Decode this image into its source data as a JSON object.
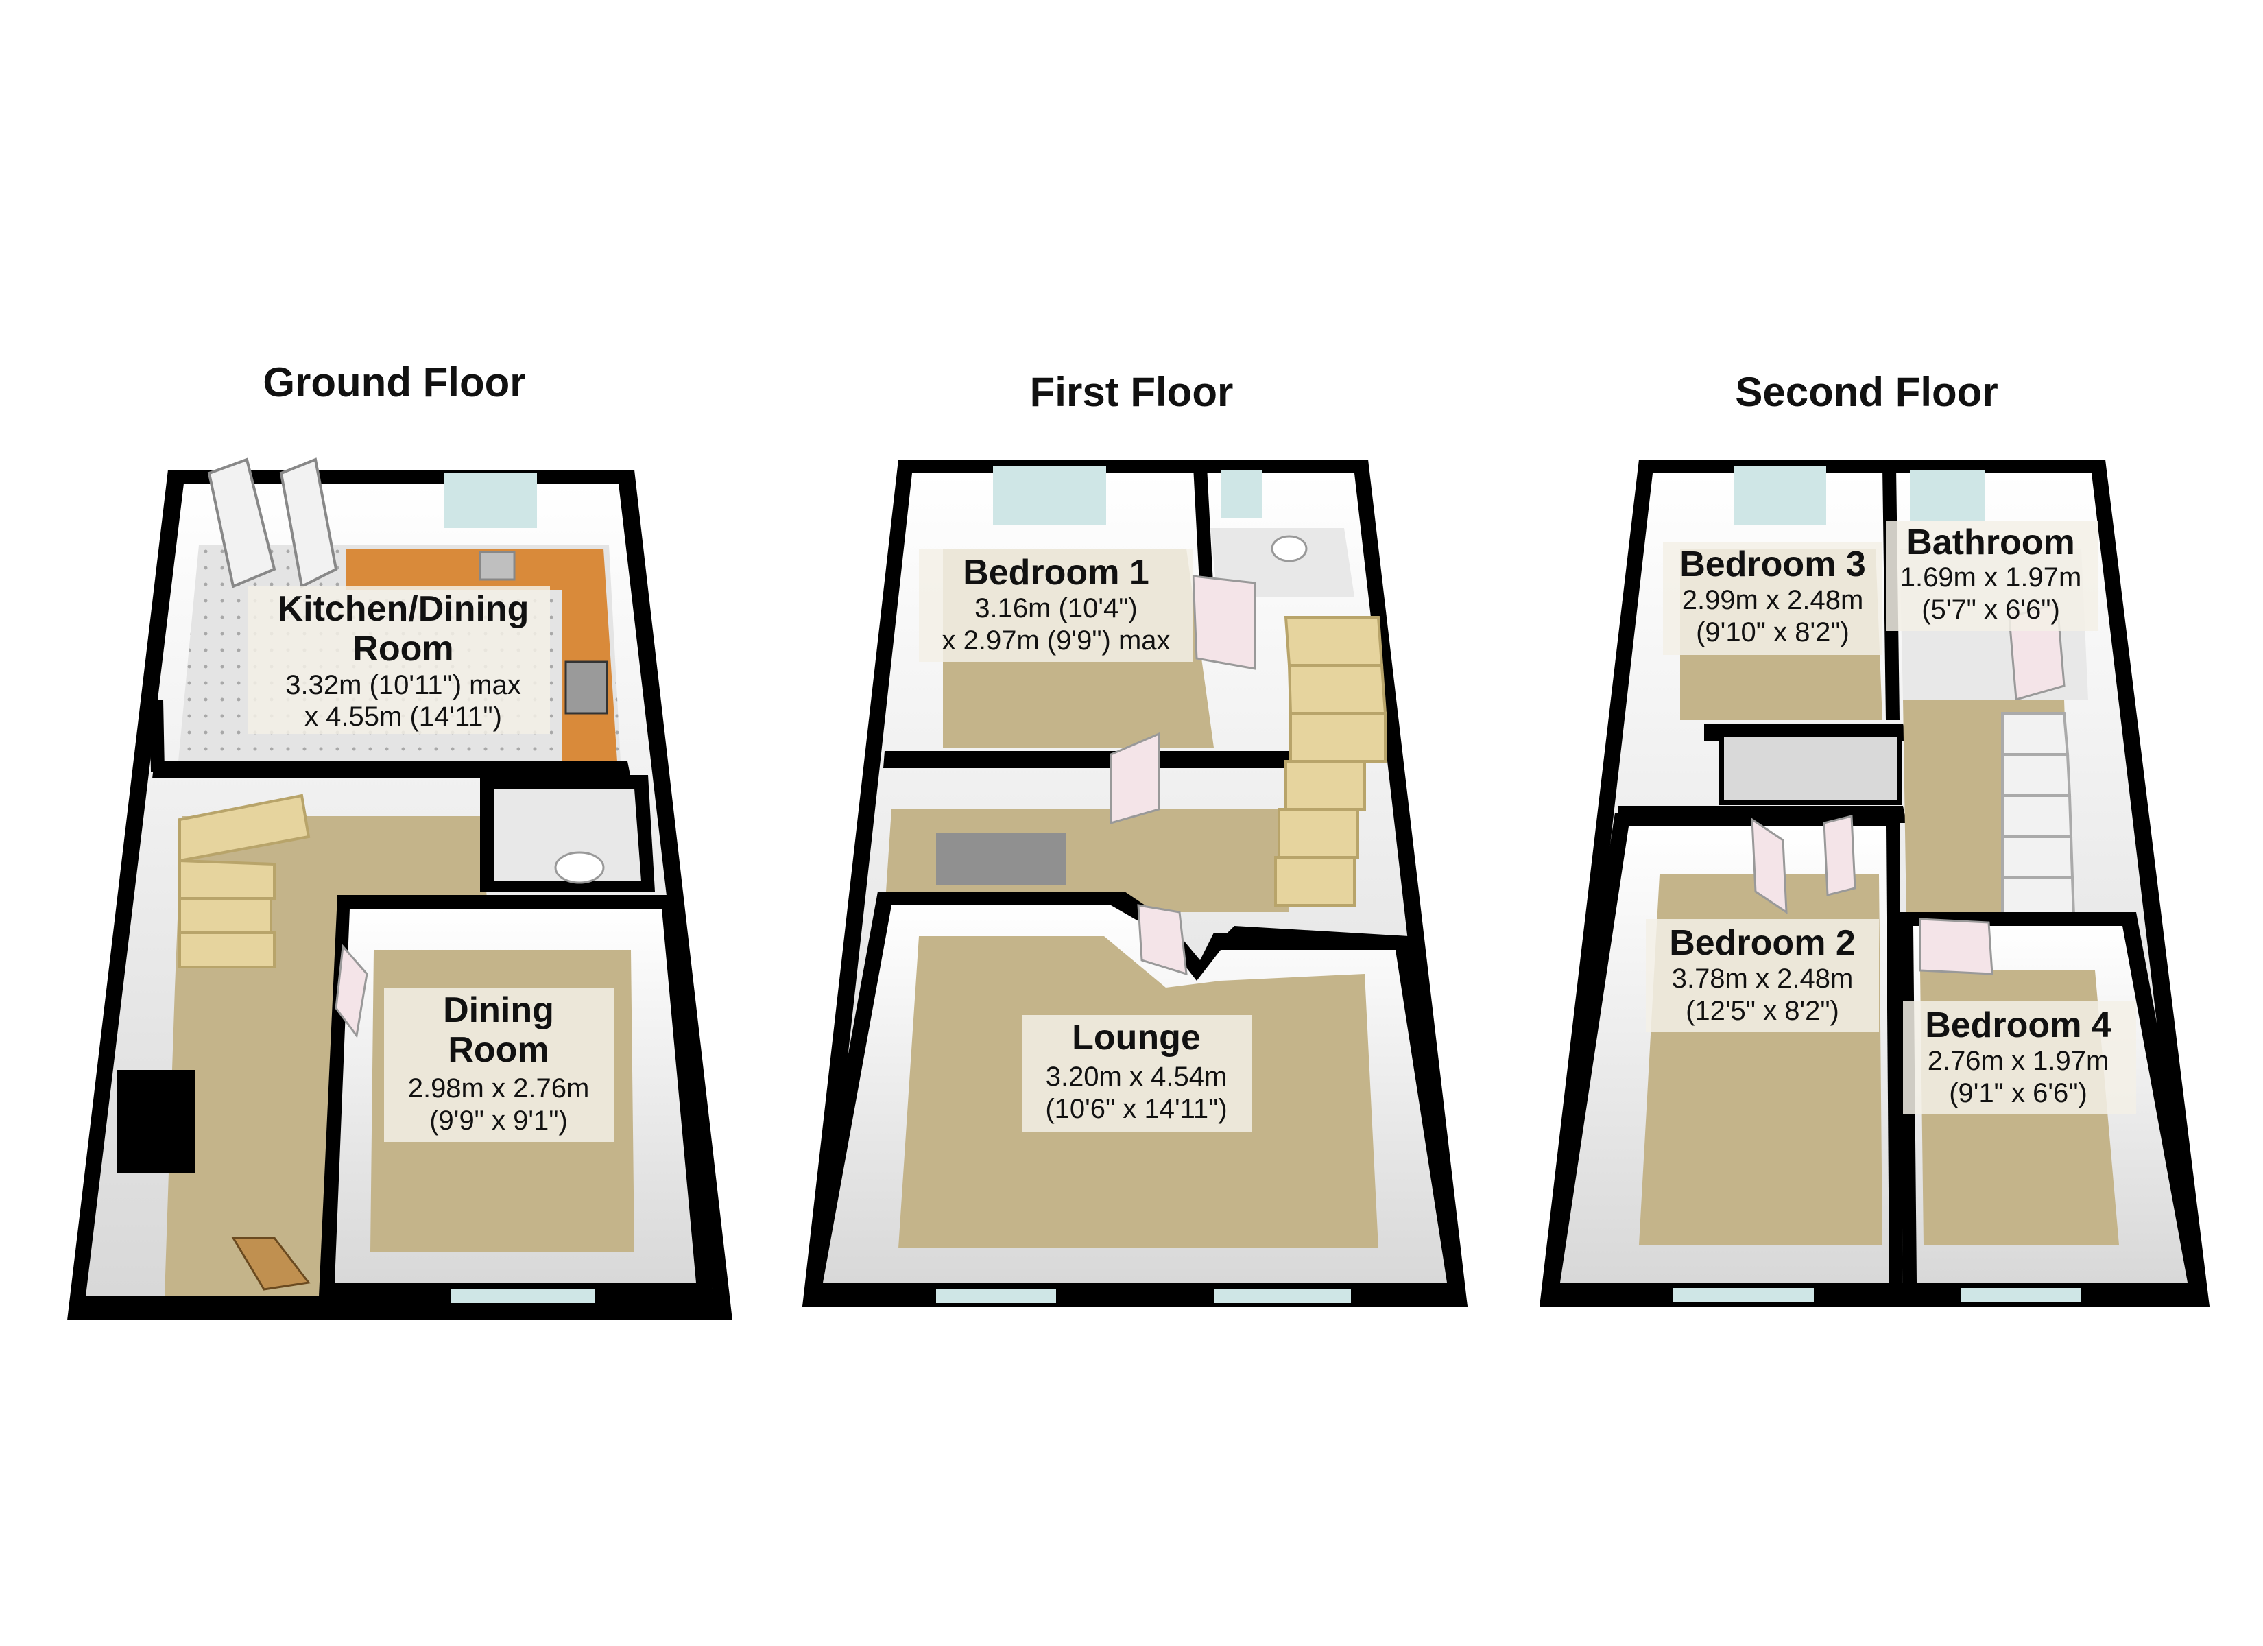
{
  "floors": [
    {
      "title": "Ground Floor",
      "rooms": [
        {
          "name": "Kitchen/Dining Room",
          "name_lines": [
            "Kitchen/Dining",
            "Room"
          ],
          "dims": [
            "3.32m (10'11\") max",
            "x 4.55m (14'11\")"
          ]
        },
        {
          "name": "Dining Room",
          "name_lines": [
            "Dining",
            "Room"
          ],
          "dims": [
            "2.98m x 2.76m",
            "(9'9\" x 9'1\")"
          ]
        }
      ]
    },
    {
      "title": "First Floor",
      "rooms": [
        {
          "name": "Bedroom 1",
          "name_lines": [
            "Bedroom 1"
          ],
          "dims": [
            "3.16m (10'4\")",
            "x 2.97m (9'9\") max"
          ]
        },
        {
          "name": "Lounge",
          "name_lines": [
            "Lounge"
          ],
          "dims": [
            "3.20m x 4.54m",
            "(10'6\" x 14'11\")"
          ]
        }
      ]
    },
    {
      "title": "Second Floor",
      "rooms": [
        {
          "name": "Bedroom 3",
          "name_lines": [
            "Bedroom 3"
          ],
          "dims": [
            "2.99m x 2.48m",
            "(9'10\" x 8'2\")"
          ]
        },
        {
          "name": "Bathroom",
          "name_lines": [
            "Bathroom"
          ],
          "dims": [
            "1.69m x 1.97m",
            "(5'7\" x 6'6\")"
          ]
        },
        {
          "name": "Bedroom 2",
          "name_lines": [
            "Bedroom 2"
          ],
          "dims": [
            "3.78m x 2.48m",
            "(12'5\" x 8'2\")"
          ]
        },
        {
          "name": "Bedroom 4",
          "name_lines": [
            "Bedroom 4"
          ],
          "dims": [
            "2.76m x 1.97m",
            "(9'1\" x 6'6\")"
          ]
        }
      ]
    }
  ],
  "colors": {
    "wall": "#000000",
    "inner_wall": "#ffffff",
    "carpet": "#c4b48a",
    "worktop": "#d98a3a",
    "kitchen_floor": "#dcdcdc",
    "window": "#cfe6e6",
    "door": "#f4e4e8"
  }
}
